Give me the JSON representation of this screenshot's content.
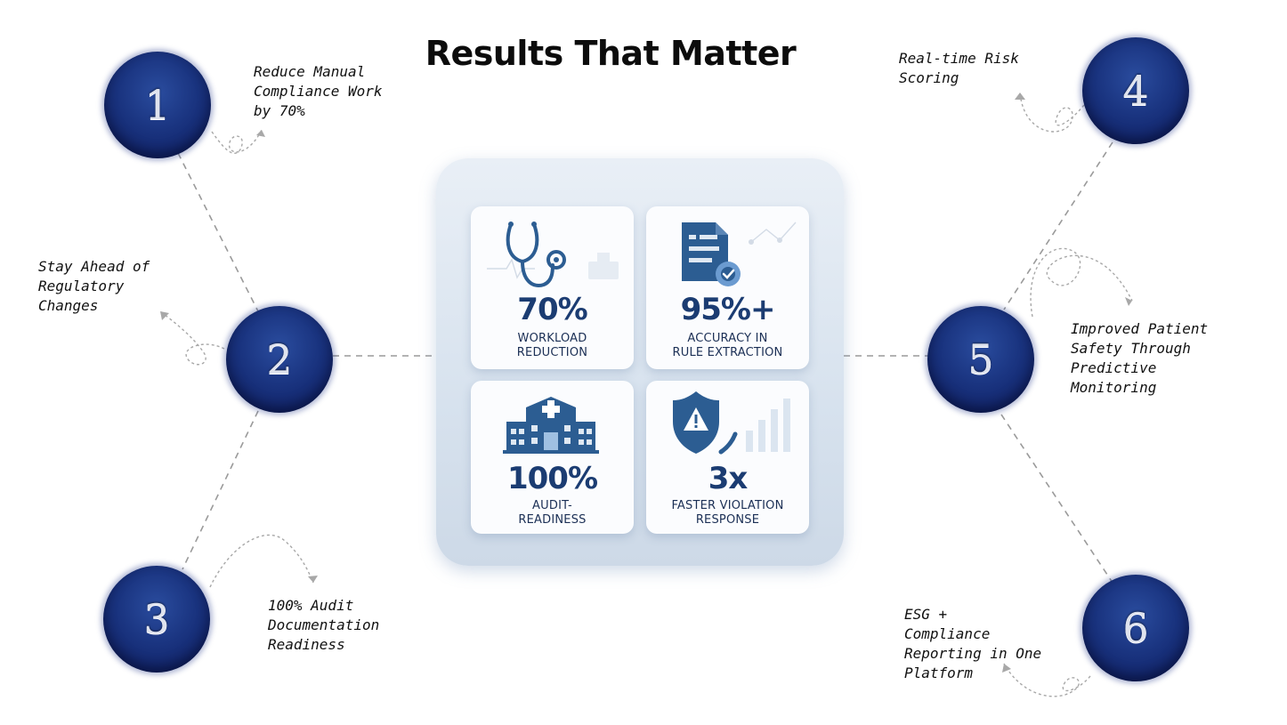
{
  "title": "Results That Matter",
  "nodes": [
    {
      "numeral": "1",
      "note": "Reduce Manual\nCompliance Work\nby 70%"
    },
    {
      "numeral": "2",
      "note": "Stay Ahead of\nRegulatory\nChanges"
    },
    {
      "numeral": "3",
      "note": "100% Audit\nDocumentation\nReadiness"
    },
    {
      "numeral": "4",
      "note": "Real-time Risk\nScoring"
    },
    {
      "numeral": "5",
      "note": "Improved Patient\nSafety Through\nPredictive\nMonitoring"
    },
    {
      "numeral": "6",
      "note": "ESG +\nCompliance\nReporting in One\nPlatform"
    }
  ],
  "cards": [
    {
      "value": "70%",
      "label": "WORKLOAD\nREDUCTION",
      "icon": "stethoscope-icon"
    },
    {
      "value": "95%+",
      "label": "ACCURACY IN\nRULE EXTRACTION",
      "icon": "document-gear-icon"
    },
    {
      "value": "100%",
      "label": "AUDIT-\nREADINESS",
      "icon": "hospital-icon"
    },
    {
      "value": "3x",
      "label": "FASTER VIOLATION\nRESPONSE",
      "icon": "shield-alert-icon"
    }
  ],
  "colors": {
    "node": "#1a3480",
    "accent": "#1b3c72",
    "icon": "#2c5d92"
  }
}
